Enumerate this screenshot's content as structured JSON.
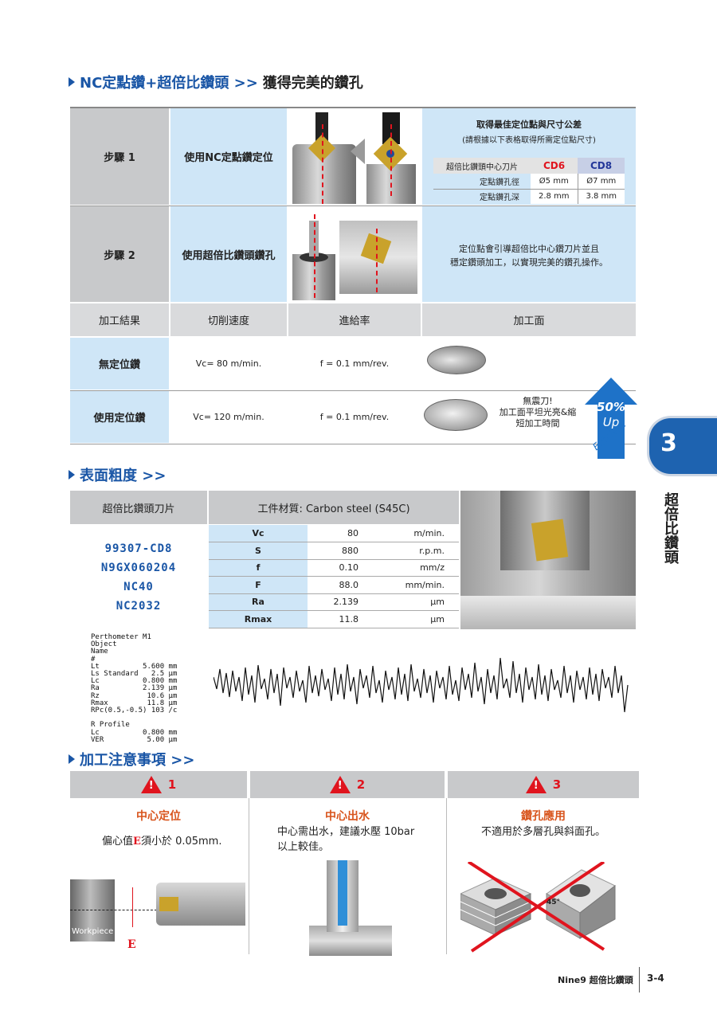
{
  "section1": {
    "title": "NC定點鑽+超倍比鑽頭 >>",
    "subtitle": "獲得完美的鑽孔",
    "step1_label": "步驟 1",
    "step1_desc": "使用NC定點鑽定位",
    "step2_label": "步驟 2",
    "step2_desc": "使用超倍比鑽頭鑽孔",
    "info_title": "取得最佳定位點與尺寸公差",
    "info_sub": "(請根據以下表格取得所需定位點尺寸)",
    "pos_table": {
      "header": "超倍比鑽頭中心刀片",
      "cols": [
        "CD6",
        "CD8"
      ],
      "rows": [
        {
          "label": "定點鑽孔徑",
          "v1": "Ø5 mm",
          "v2": "Ø7 mm"
        },
        {
          "label": "定點鑽孔深",
          "v1": "2.8 mm",
          "v2": "3.8 mm"
        }
      ]
    },
    "step2_text_line1": "定位點會引導超倍比中心鑽刀片並且",
    "step2_text_line2": "穩定鑽頭加工，以實現完美的鑽孔操作。",
    "result_headers": [
      "加工結果",
      "切削速度",
      "進給率",
      "加工面"
    ],
    "results": [
      {
        "label": "無定位鑽",
        "speed": "Vc= 80 m/min.",
        "feed": "f = 0.1 mm/rev."
      },
      {
        "label": "使用定位鑽",
        "speed": "Vc= 120 m/min.",
        "feed": "f = 0.1 mm/rev."
      }
    ],
    "note_line1": "無震刀!",
    "note_line2": "加工面平坦光亮&縮",
    "note_line3": "短加工時間",
    "badge_pct": "50%",
    "badge_up": "Up",
    "badge_eff": "Efficient"
  },
  "side_tab": {
    "number": "3",
    "text": "超倍比鑽頭"
  },
  "section2": {
    "title": "表面粗度 >>",
    "col1": "超倍比鑽頭刀片",
    "col2": "工件材質: Carbon steel (S45C)",
    "tool_codes": [
      "99307-CD8",
      "N9GX060204",
      "NC40",
      "NC2032"
    ],
    "params": [
      {
        "name": "Vc",
        "value": "80",
        "unit": "m/min."
      },
      {
        "name": "S",
        "value": "880",
        "unit": "r.p.m."
      },
      {
        "name": "f",
        "value": "0.10",
        "unit": "mm/z"
      },
      {
        "name": "F",
        "value": "88.0",
        "unit": "mm/min."
      },
      {
        "name": "Ra",
        "value": "2.139",
        "unit": "µm"
      },
      {
        "name": "Rmax",
        "value": "11.8",
        "unit": "µm"
      }
    ],
    "perthometer": "Perthometer M1\nObject\nName\n#\nLt          5.600 mm\nLs Standard   2.5 µm\nLc          0.800 mm\nRa          2.139 µm\nRz           10.6 µm\nRmax         11.8 µm\nRPc(0.5,-0.5) 103 /c\n\nR Profile\nLc          0.800 mm\nVER          5.00 µm"
  },
  "section3": {
    "title": "加工注意事項 >>",
    "items": [
      {
        "num": "1",
        "title": "中心定位",
        "text_a": "偏心值",
        "e": "E",
        "text_b": "須小於 0.05mm.",
        "workpiece": "Workpiece",
        "e_label": "E"
      },
      {
        "num": "2",
        "title": "中心出水",
        "line1": "中心需出水，建議水壓 10bar",
        "line2": "以上較佳。"
      },
      {
        "num": "3",
        "title": "鑽孔應用",
        "line1": "不適用於多層孔與斜面孔。",
        "angle": "45°"
      }
    ]
  },
  "footer": {
    "brand": "Nine9 超倍比鑽頭",
    "page": "3-4"
  },
  "colors": {
    "accent": "#1a56a6",
    "red": "#e0141e",
    "orange": "#d8541c",
    "cell_blue": "#cfe6f7",
    "cell_grey": "#c8c9cb"
  }
}
